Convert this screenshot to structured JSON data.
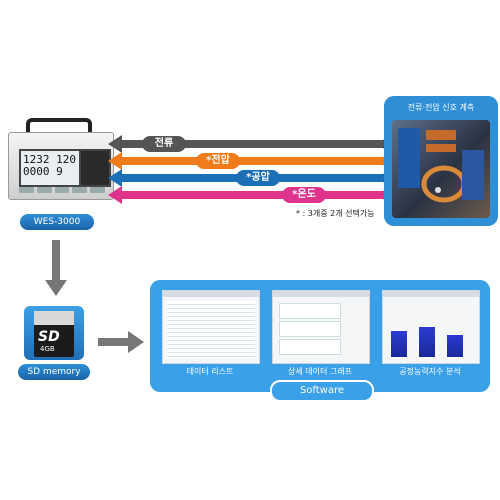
{
  "device": {
    "name": "WES-3000",
    "display_top": "1232 120",
    "display_bottom": "0000 9"
  },
  "signals": [
    {
      "label": "전류",
      "color": "#555555"
    },
    {
      "label": "*전압",
      "color": "#f07b1b"
    },
    {
      "label": "*공압",
      "color": "#1a6fb7"
    },
    {
      "label": "*온도",
      "color": "#e0348c"
    }
  ],
  "note": "* : 3개중 2개 선택가능",
  "photo": {
    "title": "전류·전압 신호 계측"
  },
  "storage": {
    "label": "SD memory",
    "card_text": "SD",
    "card_capacity": "4GB"
  },
  "software": {
    "title": "Software",
    "screens": [
      {
        "caption": "데이터 리스트"
      },
      {
        "caption": "상세 데이터 그래프"
      },
      {
        "caption": "공정능력지수 분석"
      }
    ]
  }
}
